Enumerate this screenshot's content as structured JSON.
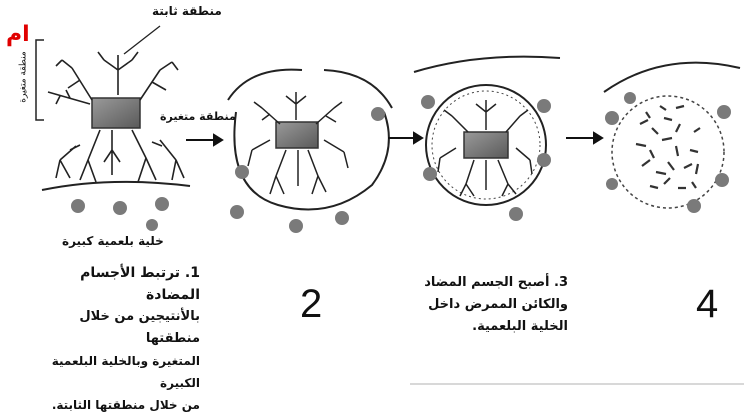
{
  "corner_label": "ام",
  "labels": {
    "constant_region": "منطقة ثابتة",
    "variable_region": "منطقة متغيرة",
    "variable_region_side": "منطقة متغيرة",
    "macrophage": "خلية بلعمية كبيرة"
  },
  "steps": [
    {
      "number": "1",
      "caption": [
        "1. ترتبط الأجسام المضادة",
        "بالأنتيجين من خلال منطقتها",
        "المتغيرة وبالخلية البلعمية الكبيرة",
        "من خلال منطقتها الثابتة."
      ]
    },
    {
      "number": "2"
    },
    {
      "number": "3",
      "caption": [
        "3. أصبح الجسم المضاد",
        "والكائن الممرض داخل",
        "الخلية البلعمية."
      ]
    },
    {
      "number": "4"
    }
  ]
}
